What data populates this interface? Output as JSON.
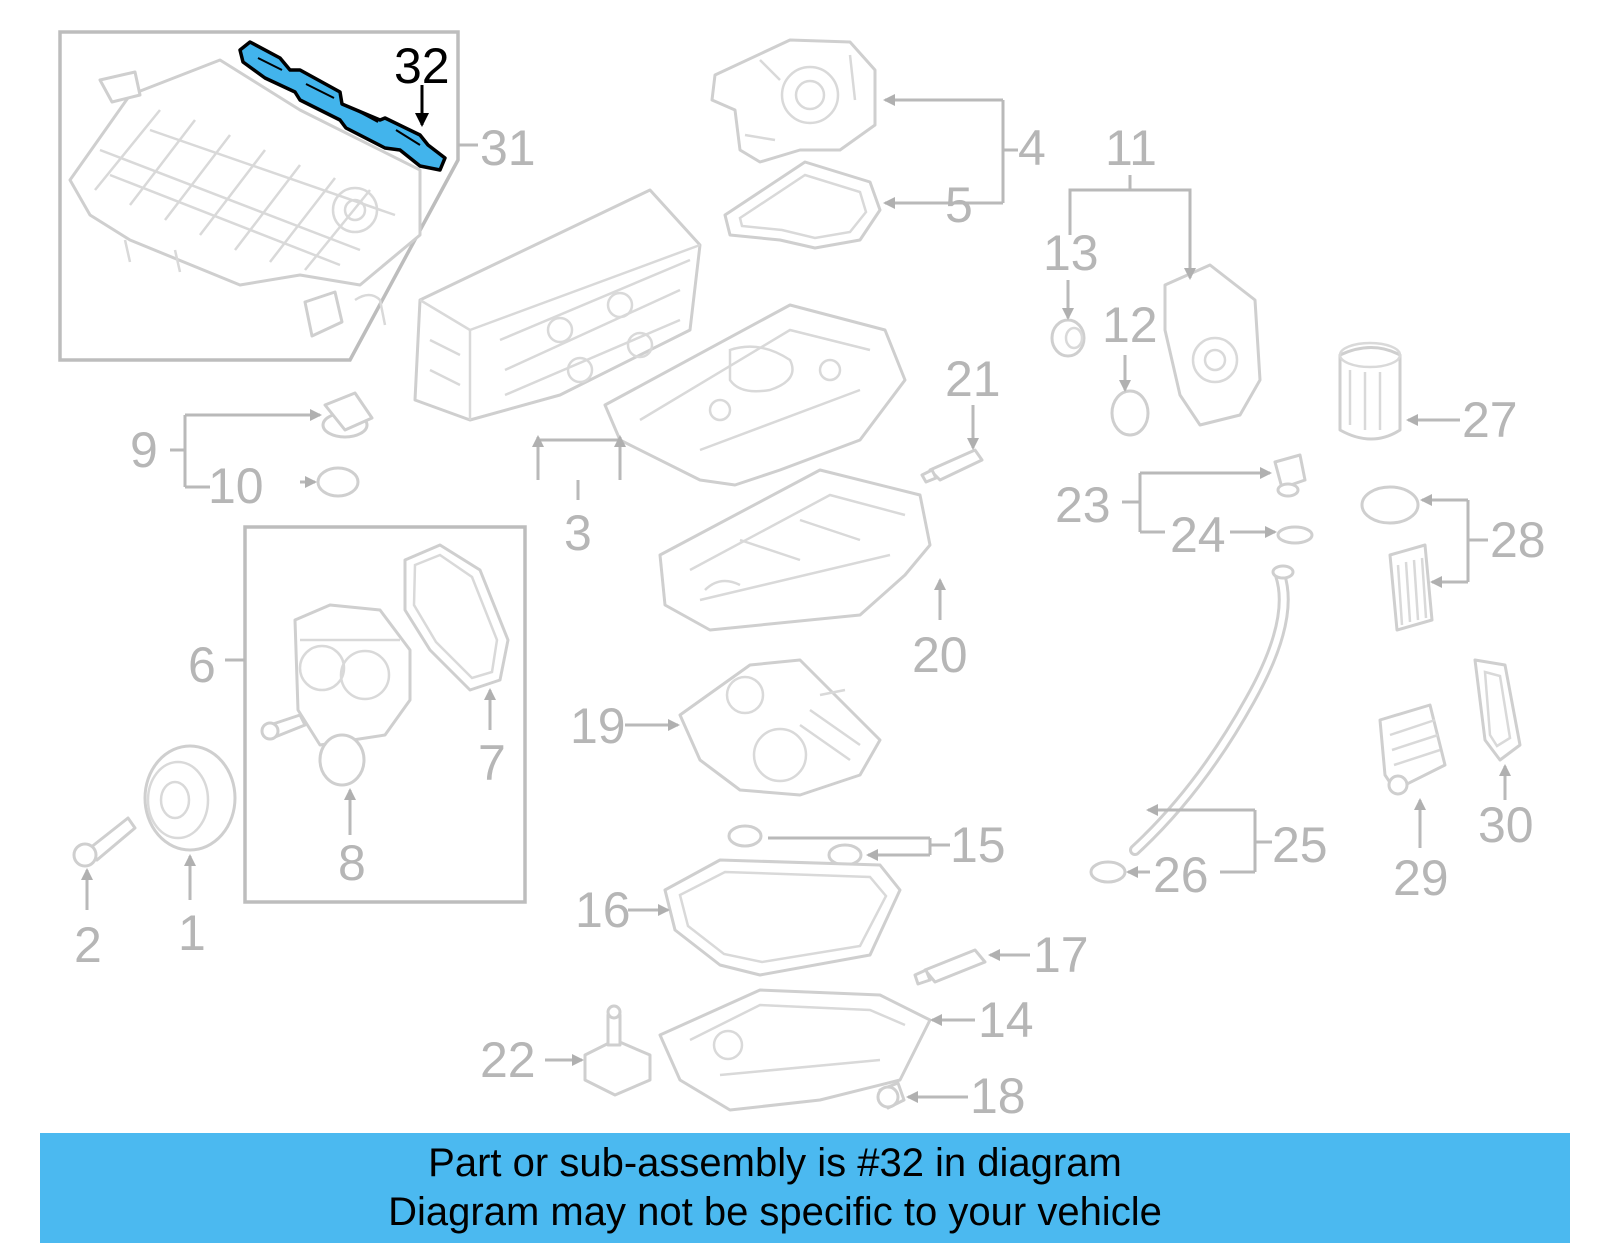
{
  "diagram": {
    "highlight_part": "32",
    "highlight_color": "#42b4ec",
    "banner_color": "#4bb9f0",
    "callout_color": "#b6b6b6",
    "callouts": [
      "1",
      "2",
      "3",
      "4",
      "5",
      "6",
      "7",
      "8",
      "9",
      "10",
      "11",
      "12",
      "13",
      "14",
      "15",
      "16",
      "17",
      "18",
      "19",
      "20",
      "21",
      "22",
      "23",
      "24",
      "25",
      "26",
      "27",
      "28",
      "29",
      "30",
      "31",
      "32"
    ]
  },
  "banner": {
    "line1": "Part or sub-assembly is #32 in diagram",
    "line2": "Diagram may not be specific to your vehicle"
  }
}
